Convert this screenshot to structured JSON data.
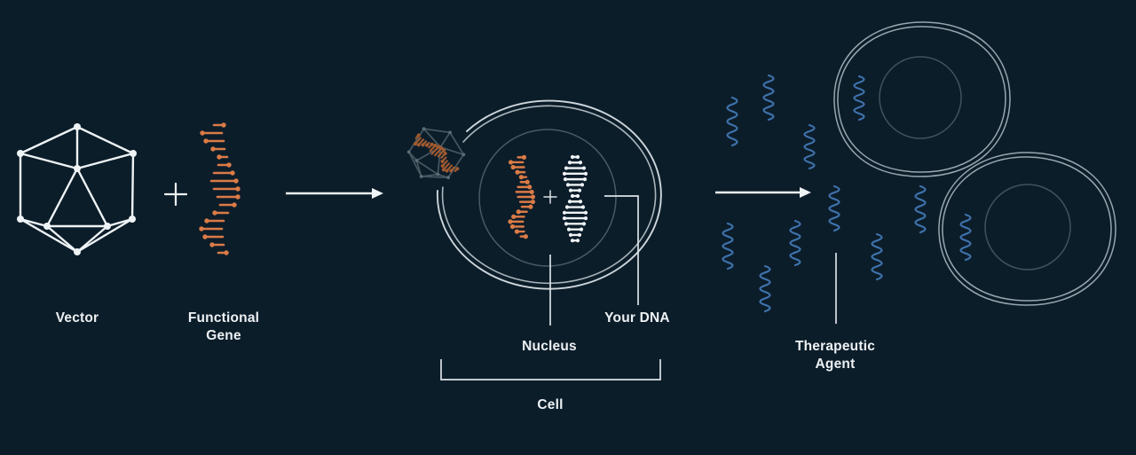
{
  "diagram": {
    "title": "Gene therapy process illustration",
    "labels": {
      "vector": "Vector",
      "functional_gene": [
        "Functional",
        "Gene"
      ],
      "nucleus": "Nucleus",
      "your_dna": "Your DNA",
      "cell": "Cell",
      "therapeutic_agent": [
        "Therapeutic",
        "Agent"
      ]
    },
    "icons": [
      "vector-icosahedron-icon",
      "plus-icon",
      "functional-gene-icon",
      "arrow-right-icon",
      "vector-entering-cell-icon",
      "cell-membrane-icon",
      "nucleus-circle-icon",
      "your-dna-icon",
      "therapeutic-agent-molecules-icon",
      "target-cell-icon"
    ],
    "colors": {
      "background": "#0c1d2a",
      "line_white": "#eef3f5",
      "callout": "#dbe2e6",
      "orange": "#db7b46",
      "orange_dark": "#a05a30",
      "blue": "#3e72ab",
      "faint_vector": "#45565f",
      "faint_vector_dot": "#5b6d77",
      "nucleus_stroke": "#475a67",
      "membrane_outer": "#cdd6da",
      "membrane_inner": "#aab6bc",
      "cell_right": "#97a6ae",
      "nucleus_right": "#41525c",
      "text": "#edf1f3"
    }
  }
}
